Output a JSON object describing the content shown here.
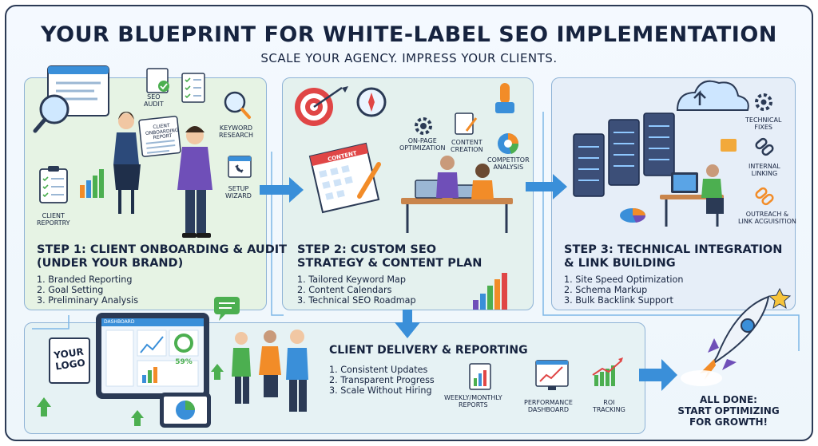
{
  "header": {
    "title": "YOUR BLUEPRINT FOR WHITE-LABEL SEO IMPLEMENTATION",
    "subtitle": "SCALE YOUR AGENCY. IMPRESS YOUR CLIENTS."
  },
  "step1": {
    "title_line1": "STEP 1: CLIENT ONBOARDING & AUDIT",
    "title_line2": "(UNDER YOUR BRAND)",
    "items": [
      "1. Branded Reporting",
      "2. Goal Setting",
      "3. Preliminary Analysis"
    ],
    "labels": {
      "seo_audit_1": "SEO",
      "seo_audit_2": "AUDIT",
      "keyword_1": "KEYWORD",
      "keyword_2": "RESEARCH",
      "setup_1": "SETUP",
      "setup_2": "WIZARD",
      "client_report_1": "CLIENT",
      "client_report_2": "REPORTRY",
      "doc_1": "CLIENT",
      "doc_2": "ONBOARDING",
      "doc_3": "REPORT"
    }
  },
  "step2": {
    "title_line1": "STEP 2: CUSTOM SEO",
    "title_line2": "STRATEGY & CONTENT PLAN",
    "items": [
      "1. Tailored Keyword Map",
      "2. Content Calendars",
      "3. Technical SEO Roadmap"
    ],
    "labels": {
      "onpage_1": "ON-PAGE",
      "onpage_2": "OPTIMIZATION",
      "content_1": "CONTENT",
      "content_2": "CREATION",
      "competitor_1": "COMPETITOR",
      "competitor_2": "ANALYSIS",
      "calendar": "CONTENT"
    }
  },
  "step3": {
    "title_line1": "STEP 3: TECHNICAL INTEGRATION",
    "title_line2": "& LINK BUILDING",
    "items": [
      "1. Site Speed Optimization",
      "2. Schema Markup",
      "3. Bulk Backlink Support"
    ],
    "labels": {
      "tech_1": "TECHNICAL",
      "tech_2": "FIXES",
      "internal_1": "INTERNAL",
      "internal_2": "LINKING",
      "outreach_1": "OUTREACH &",
      "outreach_2": "LINK ACGUISITION"
    }
  },
  "delivery": {
    "title": "CLIENT DELIVERY & REPORTING",
    "items": [
      "1. Consistent Updates",
      "2. Transparent Progress",
      "3. Scale Without Hiring"
    ],
    "logo_1": "YOUR",
    "logo_2": "LOGO",
    "dashboard_title": "DASHBOARD",
    "stat": "59%",
    "labels": {
      "reports_1": "WEEKLY/MONTHLY",
      "reports_2": "REPORTS",
      "perf_1": "PERFORMANCE",
      "perf_2": "DASHBOARD",
      "roi_1": "ROI",
      "roi_2": "TRACKING"
    }
  },
  "finale": {
    "line1": "ALL DONE:",
    "line2": "START OPTIMIZING",
    "line3": "FOR GROWTH!"
  },
  "colors": {
    "navy": "#16233f",
    "arrow_blue": "#3a8fd9",
    "green": "#4caf50",
    "orange": "#f28c28",
    "red": "#e04646"
  }
}
